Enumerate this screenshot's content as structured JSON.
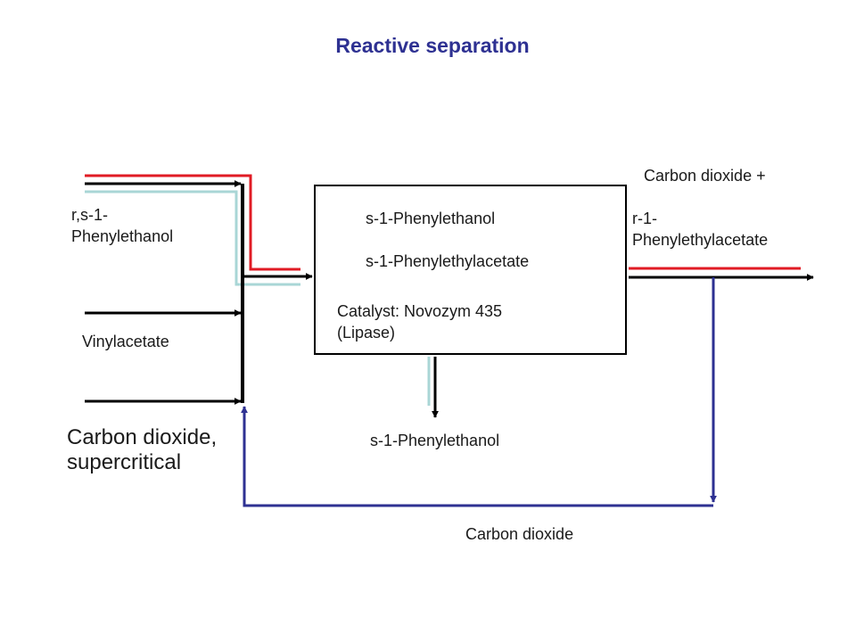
{
  "title": "Reactive separation",
  "colors": {
    "main_line": "#000000",
    "racemate_line": "#e01b24",
    "vinyl_line": "#a9d6d6",
    "recycle_line": "#2e3192",
    "title": "#2e3192"
  },
  "inlets": {
    "racemate": "r,s-1-\nPhenylethanol",
    "vinylacetate": "Vinylacetate",
    "co2_supercritical": "Carbon dioxide,\nsupercritical"
  },
  "reactor": {
    "line1": "s-1-Phenylethanol",
    "line2": "s-1-Phenylethylacetate",
    "catalyst": "Catalyst: Novozym 435\n(Lipase)"
  },
  "outlets": {
    "top_line1": "Carbon dioxide +",
    "top_line2": "r-1-\nPhenylethylacetate",
    "bottom": "s-1-Phenylethanol"
  },
  "recycle": {
    "label": "Carbon dioxide"
  }
}
